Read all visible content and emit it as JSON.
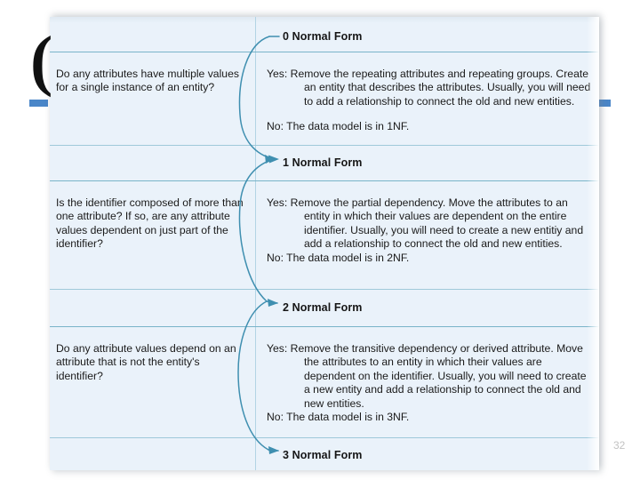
{
  "slide": {
    "page_number": "32",
    "decoration": {
      "paren_glyph": "(",
      "dash_color": "#4a86c8",
      "panel_bg": "#eaf2fa",
      "rule_color": "#79b4c9",
      "arrow_color": "#3f8fb0"
    }
  },
  "figure": {
    "rows": [
      {
        "id": "nf0",
        "kind": "label",
        "label": "0 Normal Form"
      },
      {
        "id": "qa1",
        "kind": "qa",
        "question": "Do any attributes have multiple values for a single instance of an entity?",
        "yes": "Yes: Remove the repeating attributes and repeating groups. Create an entity that describes the attributes. Usually, you will need to add a relationship to connect the old and new entities.",
        "no": "No: The data model is in 1NF."
      },
      {
        "id": "nf1",
        "kind": "label",
        "label": "1 Normal Form"
      },
      {
        "id": "qa2",
        "kind": "qa",
        "question": "Is the identifier composed of more than one attribute? If so, are any attribute values dependent on just part of the identifier?",
        "yes": "Yes: Remove the partial dependency. Move the attributes to an entity in which their values are dependent on the entire identifier. Usually, you will need to create a new entitiy and add a relationship to connect the old and new entities.",
        "no": "No: The data model is in 2NF."
      },
      {
        "id": "nf2",
        "kind": "label",
        "label": "2 Normal Form"
      },
      {
        "id": "qa3",
        "kind": "qa",
        "question": "Do any attribute values depend on an attribute that is not the entity's identifier?",
        "yes": "Yes: Remove the transitive dependency or derived attribute. Move the attributes to an entity in which their values are dependent on the identifier. Usually, you will need to create a new entity and add a relationship to connect the old and new entities.",
        "no": "No: The data model is in 3NF."
      },
      {
        "id": "nf3",
        "kind": "label",
        "label": "3 Normal Form"
      }
    ]
  }
}
